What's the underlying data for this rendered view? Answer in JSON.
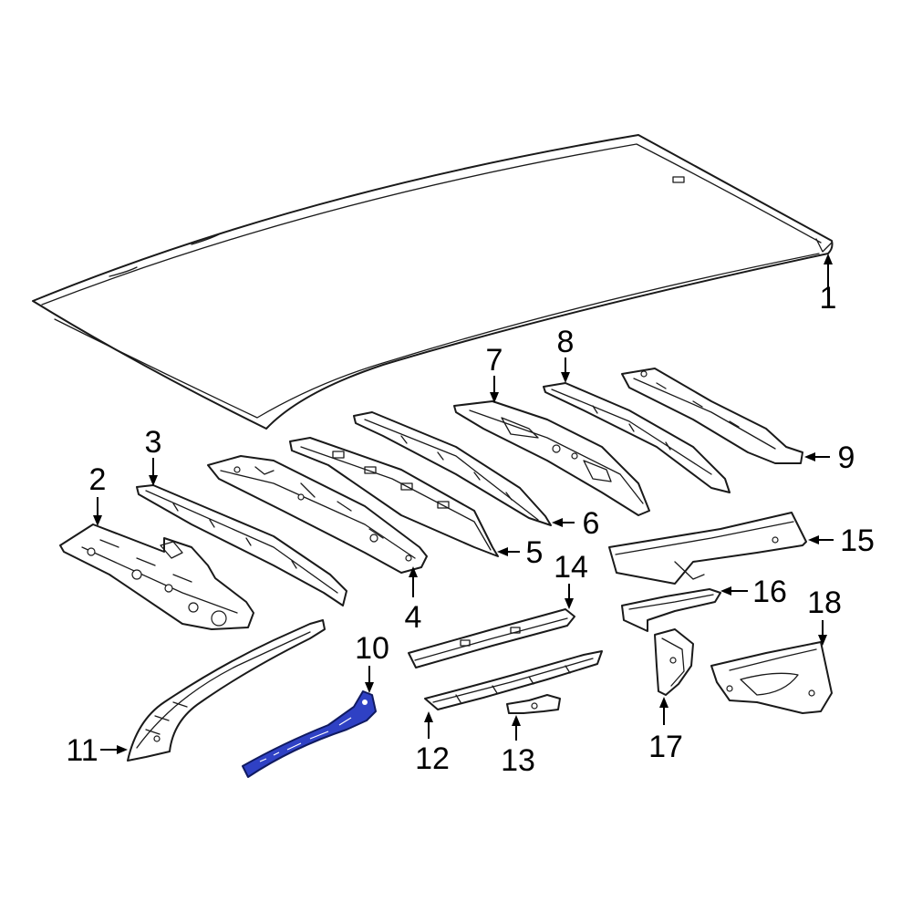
{
  "highlight_color": "#2f41c4",
  "callouts": [
    {
      "id": "1",
      "label": "1"
    },
    {
      "id": "2",
      "label": "2"
    },
    {
      "id": "3",
      "label": "3"
    },
    {
      "id": "4",
      "label": "4"
    },
    {
      "id": "5",
      "label": "5"
    },
    {
      "id": "6",
      "label": "6"
    },
    {
      "id": "7",
      "label": "7"
    },
    {
      "id": "8",
      "label": "8"
    },
    {
      "id": "9",
      "label": "9"
    },
    {
      "id": "10",
      "label": "10",
      "highlighted": true
    },
    {
      "id": "11",
      "label": "11"
    },
    {
      "id": "12",
      "label": "12"
    },
    {
      "id": "13",
      "label": "13"
    },
    {
      "id": "14",
      "label": "14"
    },
    {
      "id": "15",
      "label": "15"
    },
    {
      "id": "16",
      "label": "16"
    },
    {
      "id": "17",
      "label": "17"
    },
    {
      "id": "18",
      "label": "18"
    }
  ]
}
